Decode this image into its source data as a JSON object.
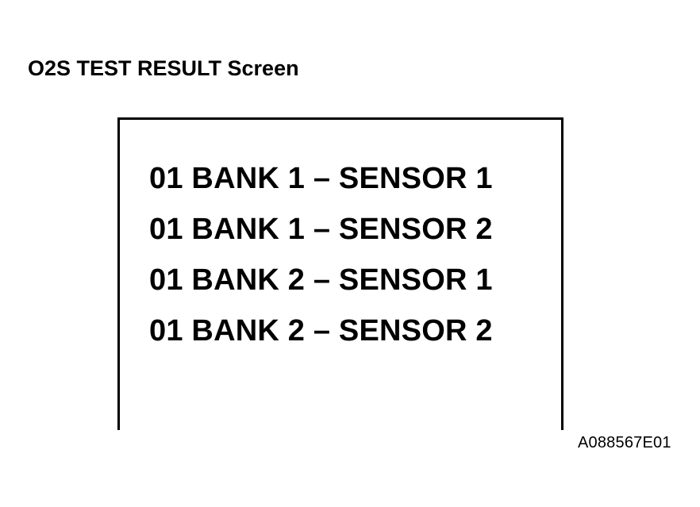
{
  "page": {
    "title": "O2S TEST RESULT Screen",
    "background_color": "#ffffff",
    "text_color": "#000000"
  },
  "screen_panel": {
    "border_color": "#000000",
    "lines": [
      {
        "text": "01 BANK 1 – SENSOR 1"
      },
      {
        "text": "01 BANK 1 – SENSOR 2"
      },
      {
        "text": "01 BANK 2 – SENSOR 1"
      },
      {
        "text": "01 BANK 2 – SENSOR 2"
      }
    ]
  },
  "figure_reference": {
    "code": "A088567E01"
  }
}
